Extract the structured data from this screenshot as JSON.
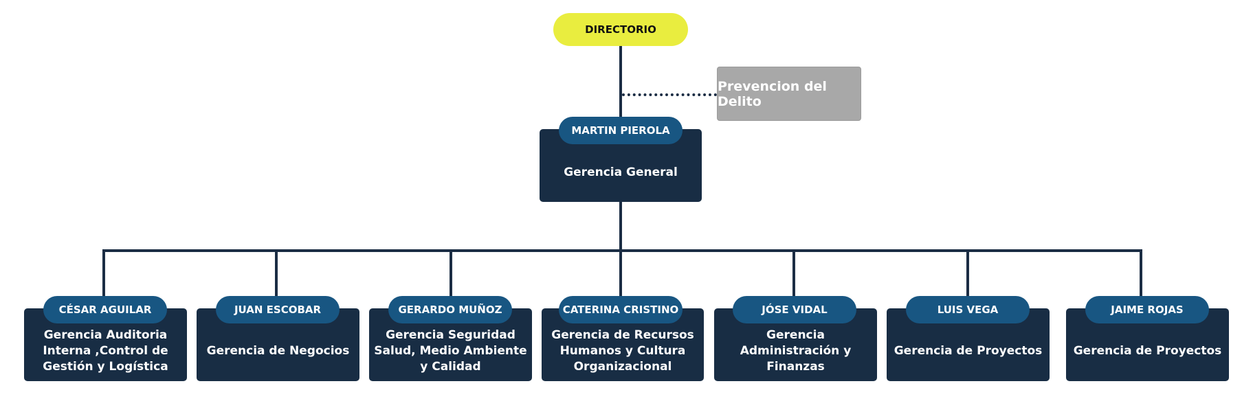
{
  "colors": {
    "connector": "#1b2d44",
    "card": "#182d44",
    "name_pill": "#185682",
    "top_pill": "#e9ed3f",
    "side_box": "#a8a8a8"
  },
  "top": {
    "label": "DIRECTORIO"
  },
  "side": {
    "label": "Prevencion del Delito"
  },
  "general": {
    "name": "MARTIN PIEROLA",
    "title": "Gerencia General"
  },
  "departments": [
    {
      "name": "CÉSAR AGUILAR",
      "title": "Gerencia Auditoria Interna ,Control de Gestión y Logística"
    },
    {
      "name": "JUAN ESCOBAR",
      "title": "Gerencia de Negocios"
    },
    {
      "name": "GERARDO MUÑOZ",
      "title": "Gerencia Seguridad Salud, Medio Ambiente y Calidad"
    },
    {
      "name": "CATERINA CRISTINO",
      "title": "Gerencia de Recursos Humanos y Cultura Organizacional"
    },
    {
      "name": "JÓSE VIDAL",
      "title": "Gerencia Administración y Finanzas"
    },
    {
      "name": "LUIS VEGA",
      "title": "Gerencia de Proyectos"
    },
    {
      "name": "JAIME ROJAS",
      "title": "Gerencia de Proyectos"
    }
  ]
}
